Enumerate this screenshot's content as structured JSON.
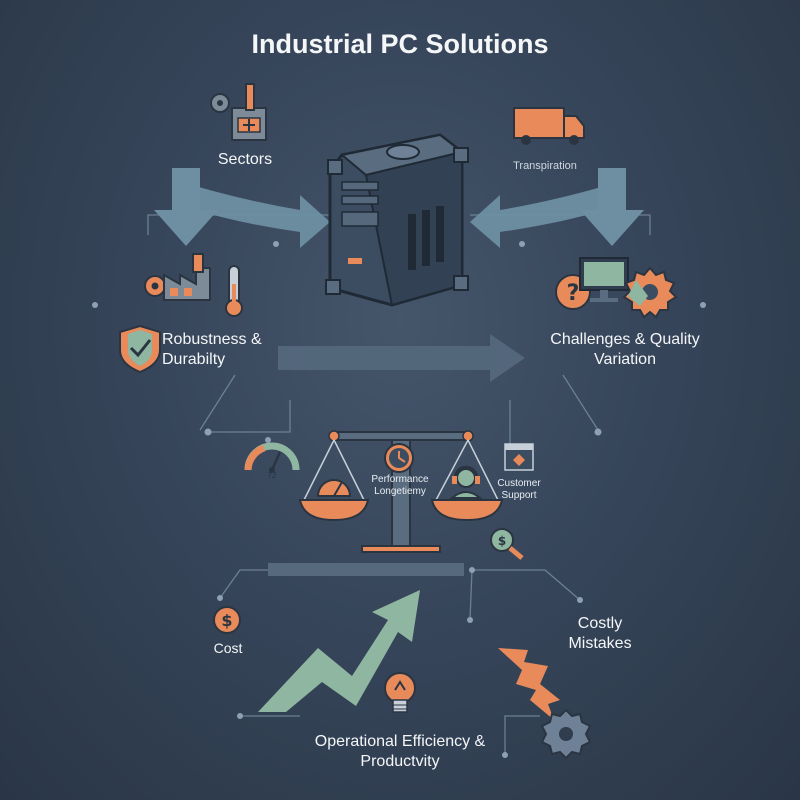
{
  "title": "Industrial PC Solutions",
  "labels": {
    "sectors": "Sectors",
    "transportation": "Transpiration",
    "robustness": "Robustness & Durabilty",
    "challenges": "Challenges & Quality Variation",
    "performance": "Performance Longetiemy",
    "customer_support": "Customer Support",
    "cost": "Cost",
    "costly_mistakes": "Costly Mistakes",
    "efficiency": "Operational Efficiency & Productvity"
  },
  "colors": {
    "background": "#36455a",
    "accent_orange": "#e98a5a",
    "accent_green": "#8fb6a0",
    "arrow_blue": "#6e8fa2",
    "dark_steel": "#2f3d4f"
  },
  "icons": [
    "factory-gear-icon",
    "delivery-truck-icon",
    "industrial-pc-icon",
    "factory-icon",
    "thermometer-icon",
    "shield-check-icon",
    "question-icon",
    "monitor-icon",
    "gear-icon",
    "gauge-icon",
    "balance-scale-icon",
    "clock-icon",
    "speedometer-icon",
    "headset-agent-icon",
    "browser-icon",
    "magnifier-dollar-icon",
    "dollar-icon",
    "trend-up-arrow-icon",
    "lightbulb-icon",
    "lightning-arrow-icon",
    "broken-gear-icon"
  ]
}
